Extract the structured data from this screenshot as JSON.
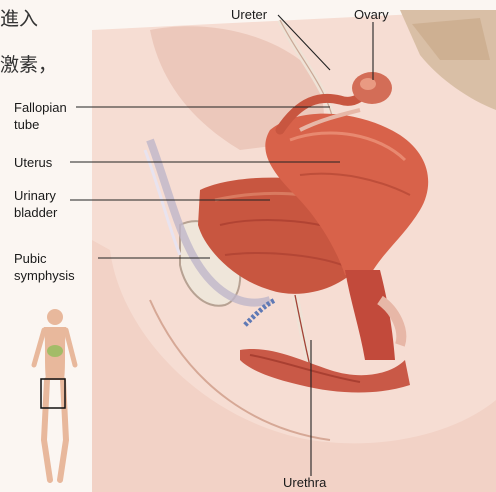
{
  "background_text": {
    "line1": "進入",
    "line2": "激素，"
  },
  "labels": {
    "ureter": "Ureter",
    "ovary": "Ovary",
    "fallopian_tube": "Fallopian\ntube",
    "uterus": "Uterus",
    "urinary_bladder": "Urinary\nbladder",
    "pubic_symphysis": "Pubic\nsymphysis",
    "urethra": "Urethra"
  },
  "colors": {
    "page_background": "#fbf6f2",
    "panel_background": "#f6ddd3",
    "muscle_red": "#c24a3b",
    "tissue_pink": "#e7b7a7",
    "bone": "#efe6da",
    "leader_line": "#222222"
  }
}
